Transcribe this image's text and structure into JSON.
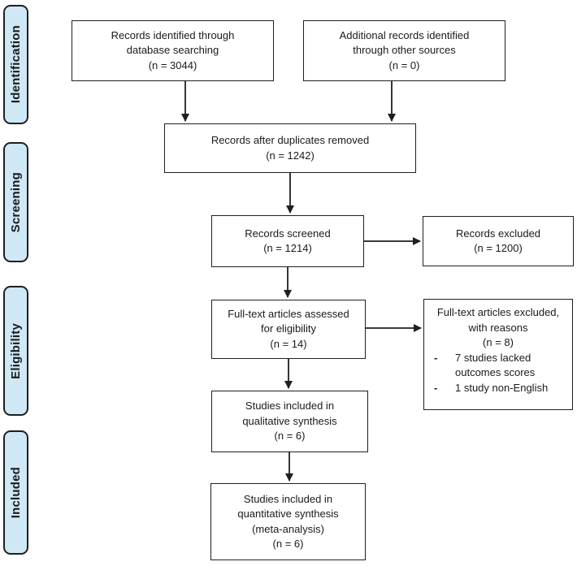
{
  "colors": {
    "stage_fill": "#cfe8f6",
    "box_fill": "#ffffff",
    "border": "#1f1f1f",
    "text": "#1a1a1a",
    "page_bg": "#ffffff"
  },
  "stages": [
    {
      "label": "Identification"
    },
    {
      "label": "Screening"
    },
    {
      "label": "Eligibility"
    },
    {
      "label": "Included"
    }
  ],
  "boxes": {
    "identified": {
      "lines": [
        "Records identified through",
        "database searching",
        "(n = 3044)"
      ]
    },
    "additional": {
      "lines": [
        "Additional records identified",
        "through other sources",
        "(n = 0)"
      ]
    },
    "deduplicated": {
      "lines": [
        "Records after duplicates removed",
        "(n = 1242)"
      ]
    },
    "screened": {
      "lines": [
        "Records screened",
        "(n = 1214)"
      ]
    },
    "records_excluded": {
      "lines": [
        "Records excluded",
        "(n = 1200)"
      ]
    },
    "fulltext_assessed": {
      "lines": [
        "Full-text articles assessed",
        "for eligibility",
        "(n = 14)"
      ]
    },
    "fulltext_excluded": {
      "lines": [
        "Full-text articles excluded,",
        "with reasons",
        "(n = 8)"
      ],
      "bullet_marker": "-",
      "reasons": [
        "7 studies lacked outcomes scores",
        "1 study non-English"
      ]
    },
    "qualitative": {
      "lines": [
        "Studies included in",
        "qualitative synthesis",
        "(n = 6)"
      ]
    },
    "quantitative": {
      "lines": [
        "Studies included in",
        "quantitative synthesis",
        "(meta-analysis)",
        "(n = 6)"
      ]
    }
  }
}
